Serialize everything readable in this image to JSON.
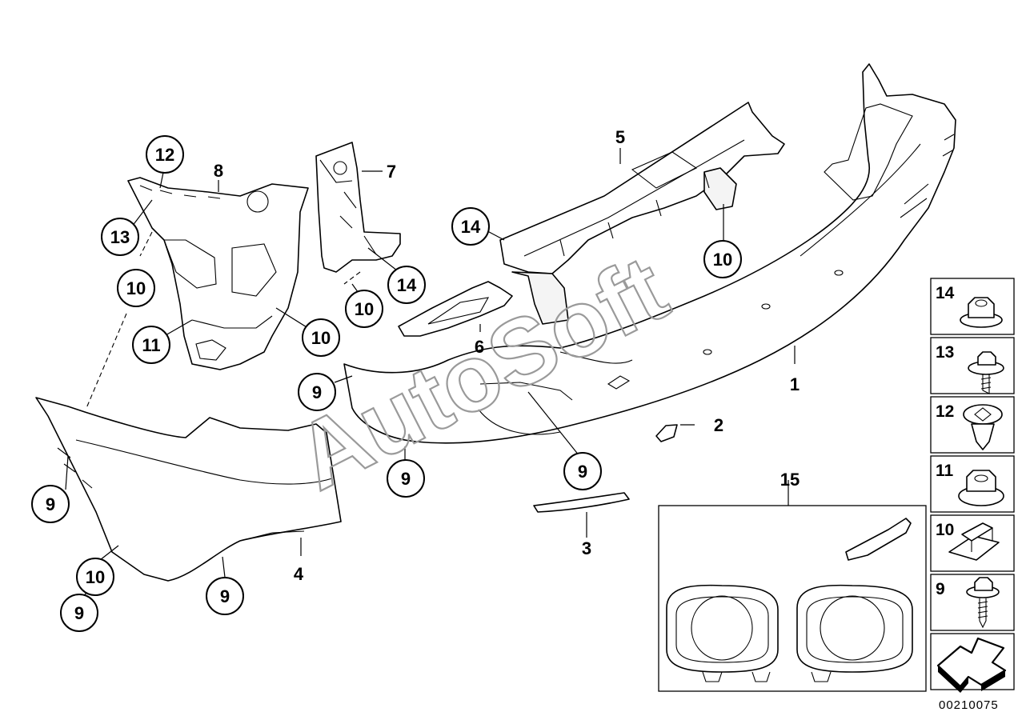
{
  "watermark": "AutoSoft",
  "diagram_number": "00210075",
  "callouts": {
    "c1": "1",
    "c2": "2",
    "c3": "3",
    "c4": "4",
    "c5": "5",
    "c6": "6",
    "c7": "7",
    "c8": "8",
    "c9a": "9",
    "c9b": "9",
    "c9c": "9",
    "c9d": "9",
    "c9e": "9",
    "c9f": "9",
    "c10a": "10",
    "c10b": "10",
    "c10c": "10",
    "c10d": "10",
    "c10e": "10",
    "c11": "11",
    "c12": "12",
    "c13": "13",
    "c14a": "14",
    "c14b": "14",
    "c15": "15"
  },
  "hardware_panel": [
    "14",
    "13",
    "12",
    "11",
    "10",
    "9"
  ]
}
